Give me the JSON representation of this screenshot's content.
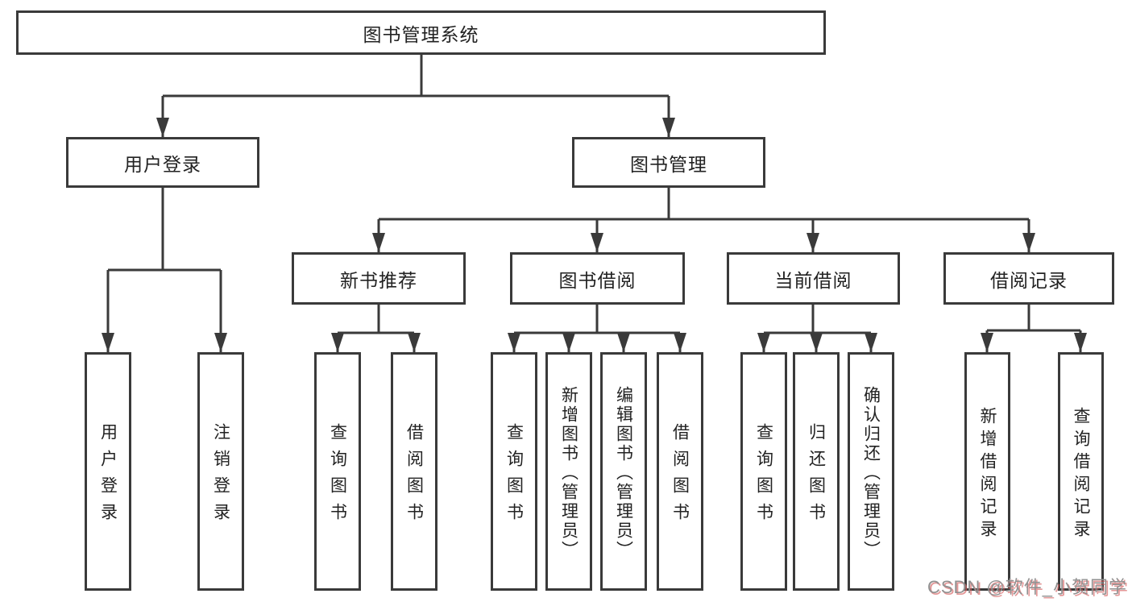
{
  "diagram": {
    "root": {
      "label": "图书管理系统"
    },
    "branches": [
      {
        "label": "用户登录",
        "children": [
          {
            "label": "用户登录"
          },
          {
            "label": "注销登录"
          }
        ]
      },
      {
        "label": "图书管理",
        "children": [
          {
            "label": "新书推荐",
            "children": [
              {
                "label": "查询图书"
              },
              {
                "label": "借阅图书"
              }
            ]
          },
          {
            "label": "图书借阅",
            "children": [
              {
                "label": "查询图书"
              },
              {
                "label": "新增图书（管理员）"
              },
              {
                "label": "编辑图书（管理员）"
              },
              {
                "label": "借阅图书"
              }
            ]
          },
          {
            "label": "当前借阅",
            "children": [
              {
                "label": "查询图书"
              },
              {
                "label": "归还图书"
              },
              {
                "label": "确认归还（管理员）"
              }
            ]
          },
          {
            "label": "借阅记录",
            "children": [
              {
                "label": "新增借阅记录"
              },
              {
                "label": "查询借阅记录"
              }
            ]
          }
        ]
      }
    ]
  },
  "watermark": {
    "text": "CSDN @软件_小贺同学"
  },
  "colors": {
    "line": "#3a3a3a",
    "text": "#222222",
    "background": "#ffffff",
    "watermark_gray": "#919191",
    "watermark_red": "#d66060"
  }
}
